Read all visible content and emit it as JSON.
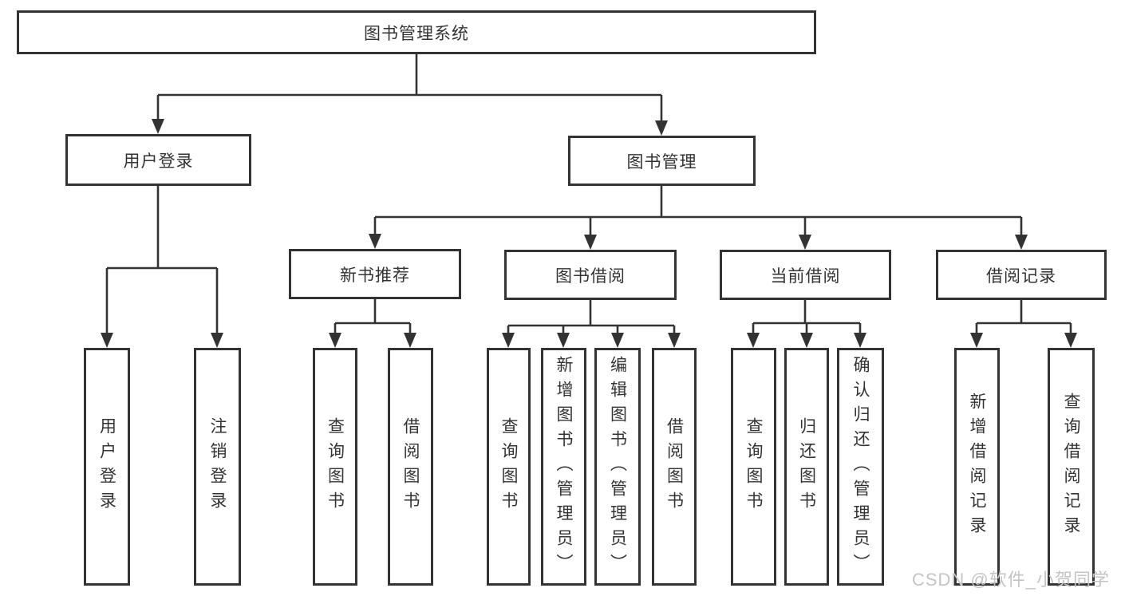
{
  "diagram_title": "图书管理系统",
  "colors": {
    "background": "#ffffff",
    "line": "#333333",
    "box_border": "#333333",
    "text": "#333333",
    "watermark": "#c4c4c4"
  },
  "nodes": {
    "root": {
      "label": "图书管理系统"
    },
    "user_login": {
      "label": "用户登录"
    },
    "book_mgmt": {
      "label": "图书管理"
    },
    "new_book_rec": {
      "label": "新书推荐"
    },
    "book_borrow": {
      "label": "图书借阅"
    },
    "current_borrow": {
      "label": "当前借阅"
    },
    "borrow_records": {
      "label": "借阅记录"
    },
    "leaf_user_login": {
      "label": "用户登录"
    },
    "leaf_logout": {
      "label": "注销登录"
    },
    "leaf_query_book_1": {
      "label": "查询图书"
    },
    "leaf_borrow_book_1": {
      "label": "借阅图书"
    },
    "leaf_query_book_2": {
      "label": "查询图书"
    },
    "leaf_add_book": {
      "label": "新增图书（管理员）"
    },
    "leaf_edit_book": {
      "label": "编辑图书（管理员）"
    },
    "leaf_borrow_book_2": {
      "label": "借阅图书"
    },
    "leaf_query_book_3": {
      "label": "查询图书"
    },
    "leaf_return_book": {
      "label": "归还图书"
    },
    "leaf_confirm_return": {
      "label": "确认归还（管理员）"
    },
    "leaf_add_record": {
      "label": "新增借阅记录"
    },
    "leaf_query_record": {
      "label": "查询借阅记录"
    }
  },
  "hierarchy": {
    "root": "图书管理系统",
    "children": [
      {
        "label": "用户登录",
        "children": [
          "用户登录",
          "注销登录"
        ]
      },
      {
        "label": "图书管理",
        "children": [
          {
            "label": "新书推荐",
            "children": [
              "查询图书",
              "借阅图书"
            ]
          },
          {
            "label": "图书借阅",
            "children": [
              "查询图书",
              "新增图书（管理员）",
              "编辑图书（管理员）",
              "借阅图书"
            ]
          },
          {
            "label": "当前借阅",
            "children": [
              "查询图书",
              "归还图书",
              "确认归还（管理员）"
            ]
          },
          {
            "label": "借阅记录",
            "children": [
              "新增借阅记录",
              "查询借阅记录"
            ]
          }
        ]
      }
    ]
  },
  "watermark": {
    "text": "CSDN @软件_小贺同学"
  }
}
